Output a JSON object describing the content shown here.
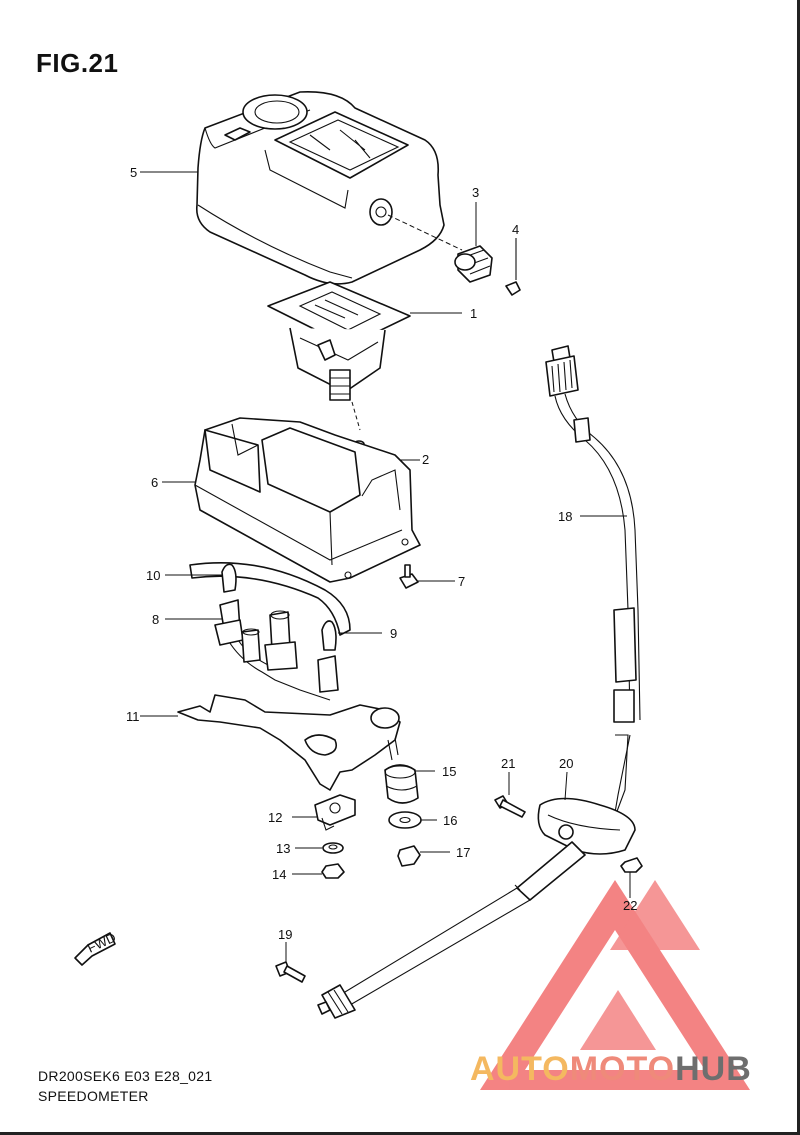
{
  "figure": {
    "title": "FIG.21"
  },
  "callouts": [
    "1",
    "2",
    "3",
    "4",
    "5",
    "6",
    "7",
    "8",
    "9",
    "10",
    "11",
    "12",
    "13",
    "14",
    "15",
    "16",
    "17",
    "18",
    "19",
    "20",
    "21",
    "22"
  ],
  "fwd_label": "FWD",
  "footer": {
    "model_code": "DR200SEK6 E03 E28_021",
    "section_name": "SPEEDOMETER"
  },
  "watermark": {
    "text_part1": "AUTO",
    "text_part2": "MOTO",
    "text_part3": "HUB",
    "colors": {
      "part1": "#f4b860",
      "part2": "#ef8a7a",
      "part3": "#6e6e6e",
      "logo": "#f05a5a"
    }
  }
}
